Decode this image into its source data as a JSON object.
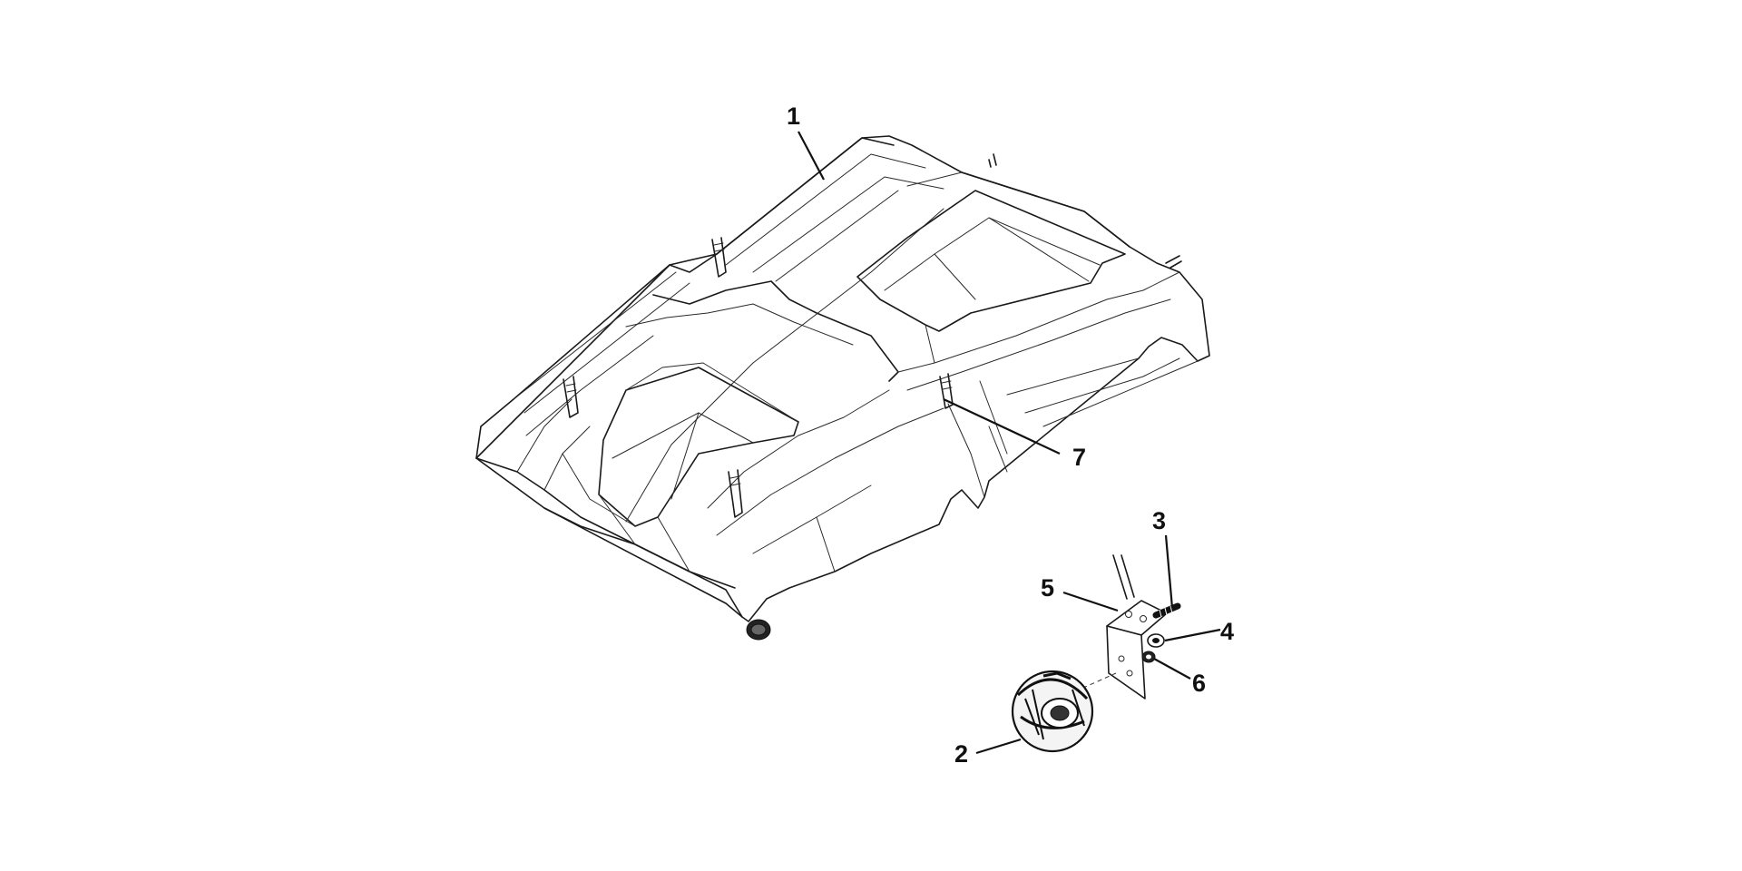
{
  "callouts": [
    {
      "id": "1",
      "text": "1"
    },
    {
      "id": "2",
      "text": "2"
    },
    {
      "id": "3",
      "text": "3"
    },
    {
      "id": "4",
      "text": "4"
    },
    {
      "id": "5",
      "text": "5"
    },
    {
      "id": "6",
      "text": "6"
    },
    {
      "id": "7",
      "text": "7"
    }
  ],
  "colors": {
    "line": "#1a1a1a",
    "background": "#ffffff"
  }
}
